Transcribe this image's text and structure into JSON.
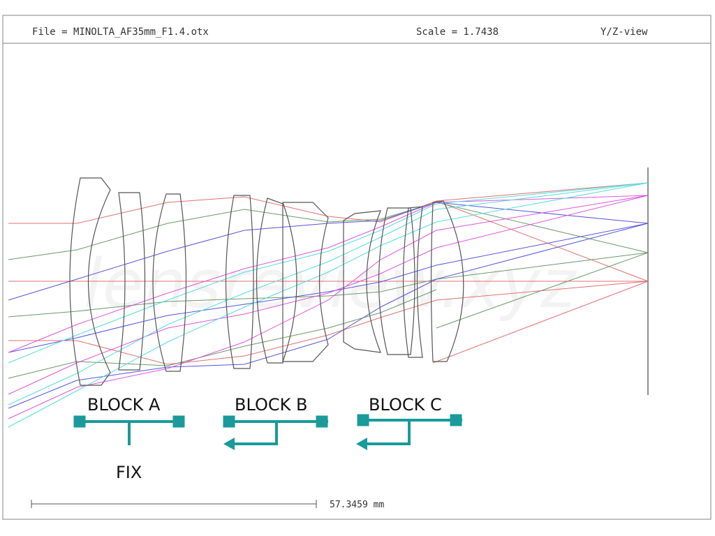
{
  "header": {
    "file_label": "File = MINOLTA_AF35mm_F1.4.otx",
    "scale_label": "Scale = 1.7438",
    "view_label": "Y/Z-view"
  },
  "watermark": "lensreview.xyz",
  "blocks": [
    {
      "label": "BLOCK A",
      "motion": "fixed",
      "note": "FIX"
    },
    {
      "label": "BLOCK B",
      "motion": "moves-left",
      "note": ""
    },
    {
      "label": "BLOCK C",
      "motion": "moves-left",
      "note": ""
    }
  ],
  "scale_bar": {
    "label": "57.3459 mm"
  },
  "colors": {
    "frame": "#888888",
    "lens_outline": "#555555",
    "block_marker": "#1a9a9a",
    "ray_red": "#e07070",
    "ray_green": "#6a9a6a",
    "ray_blue": "#5555dd",
    "ray_magenta": "#dd55dd",
    "ray_cyan": "#55dddd"
  }
}
